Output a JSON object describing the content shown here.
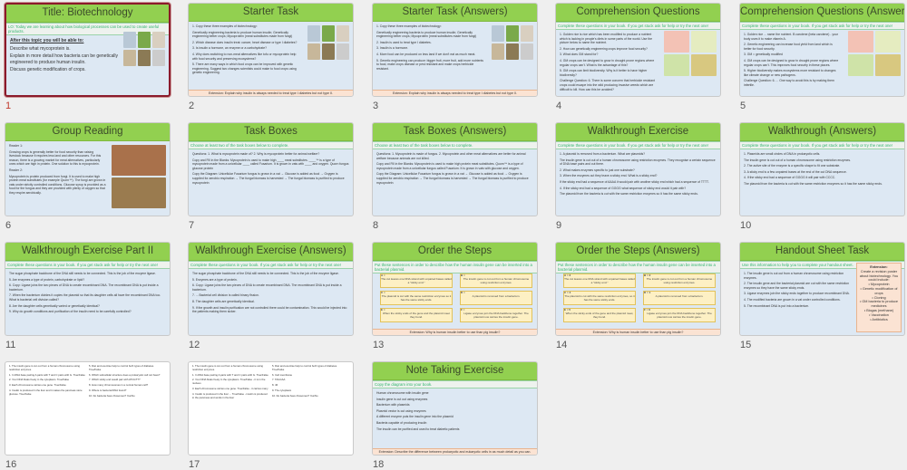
{
  "selected_slide": 1,
  "colors": {
    "title_band": "#92d050",
    "instruction_text": "#2fb36b",
    "selection": "#8b1a2b",
    "extension_bg": "#fbe3d3",
    "slide_bg": "#dde8f3"
  },
  "slides": [
    {
      "number": "1",
      "title": "Title: Biotechnology",
      "subtitle": "LO: Today we are learning about how biological processes can be used to create useful products.",
      "body": [
        "After this topic you will be able to:",
        "Describe what mycoprotein is.",
        "Explain in more detail how bacteria can be genetically engineered to produce human insulin.",
        "Discuss genetic modification of crops."
      ],
      "images": 6,
      "big": true
    },
    {
      "number": "2",
      "title": "Starter Task",
      "body": [
        "1. Copy these three examples of biotechnology:",
        "Genetically engineering bacteria to produce human insulin; Genetically engineering better crops; Mycoprotein (meat substitutes made from fungi)",
        "2. Which disease does insulin treat: cancer, heart disease or type I diabetes?",
        "3. Is insulin a hormone, an enzyme or a carbohydrate?",
        "4. Why does switching to non-meat alternatives like tofu or mycoprotein help with food security and preserving ecosystems?",
        "5. There are many ways in which food crops can be improved with genetic engineering. Suggest two changes scientists could make to food crops using genetic engineering."
      ],
      "images": 6,
      "footer": "Extension: Explain why insulin is always needed to treat type I diabetes but not type II."
    },
    {
      "number": "3",
      "title": "Starter Task (Answers)",
      "body": [
        "1. Copy these three examples of biotechnology:",
        "Genetically engineering bacteria to produce human insulin; Genetically engineering better crops; Mycoprotein (meat substitutes made from fungi)",
        "2. Insulin is used to treat type I diabetes.",
        "3. Insulin is a hormone.",
        "4. More food can be produced on less land if we don't eat as much meat.",
        "5. Genetic engineering can produce: bigger fruit, more fruit, add more nutrients to food, make crops disease or pest resistant and make crops herbicide resistant."
      ],
      "images": 6,
      "footer": "Extension: Explain why insulin is always needed to treat type I diabetes but not type II."
    },
    {
      "number": "4",
      "title": "Comprehension Questions",
      "subtitle": "Complete these questions in your book. If you get stuck ask for help or try the next one!",
      "body": [
        "1. Golden rice is rice which has been modified to produce a nutrient which is lacking in people's diets in some parts of the world. Use the picture below to name the nutrient.",
        "2. How can genetically engineering crops improve food security?",
        "3. What does GM stand for?",
        "4. GM crops can be designed to grow in drought prone regions where regular crops can't. What is the advantage of this?",
        "5. GM crops can limit biodiversity. Why is it better to have higher biodiversity?",
        "Challenge Question: 6. There is some concern that herbicide resistant crops could escape into the wild producing invasive weeds which are difficult to kill. How can this be avoided?"
      ],
      "images": 4
    },
    {
      "number": "5",
      "title": "Comprehension Questions (Answers)",
      "subtitle": "Complete these questions in your book. If you get stuck ask for help or try the next one!",
      "body": [
        "1. Golden rice ... name the nutrient. B carotene (beta carotene) - your body uses it to make vitamin A.",
        "2. Genetic engineering can increase food yield from land which is better for food security.",
        "3. GM = genetically modified",
        "4. GM crops can be designed to grow in drought prone regions where regular crops can't. This improves food security in these places.",
        "5. Higher biodiversity makes ecosystems more resistant to changes like climate change or new pathogens.",
        "Challenge Question: 6. ... One way to avoid this is by making them infertile."
      ],
      "images": 4
    },
    {
      "number": "6",
      "title": "Group Reading",
      "body": [
        "Reader 1:",
        "Growing crops is generally better for food security than raising livestock because it requires less land and other resources. For this reason, there is a growing market for meat alternatives, particularly ones which are high in protein. One solution to this is mycoprotein.",
        "Reader 2:",
        "Mycoprotein is protein produced from fungi. It is used to make high protein meat substitutes (for example Quorn™). The fungi are grown in vats under strictly controlled conditions. Glucose syrup is provided as a food for the fungus and they are provided with plenty of oxygen so that they respire aerobically."
      ],
      "images": 2
    },
    {
      "number": "7",
      "title": "Task Boxes",
      "subtitle": "Choose at least two of the task boxes below to complete.",
      "body": [
        "Questions: 1. What is mycoprotein made of? 2. Why is mycoprotein better for animal welfare?",
        "Copy and Fill in the Blanks: Mycoprotein is used to make high ____ meat substitutes. ____™ is a type of mycoprotein made from a unicellular ____ called Fusarium. It is grown in vats with ____ and oxygen. Quorn fungus glucose protein",
        "Copy the Diagram: Unicellular Fusarium fungus is grown in a vat → Glucose is added as food → Oxygen is supplied for aerobic respiration → The fungal biomass is harvested → The fungal biomass is purified to produce mycoprotein"
      ],
      "images": 0
    },
    {
      "number": "8",
      "title": "Task Boxes (Answers)",
      "subtitle": "Choose at least two of the task boxes below to complete.",
      "body": [
        "Questions: 1. Mycoprotein is made of fungus. 2. Mycoprotein and other meat alternatives are better for animal welfare because animals are not killed.",
        "Copy and Fill in the Blanks: Mycoprotein is used to make high protein meat substitutes. Quorn™ is a type of mycoprotein made from a unicellular fungus called Fusarium. It is grown in vats with glucose and oxygen.",
        "Copy the Diagram: Unicellular Fusarium fungus is grown in a vat → Glucose is added as food → Oxygen is supplied for aerobic respiration → The fungal biomass is harvested → The fungal biomass is purified to produce mycoprotein"
      ],
      "images": 0
    },
    {
      "number": "9",
      "title": "Walkthrough Exercise",
      "subtitle": "Complete these questions in your book. If you get stuck ask for help or try the next one!",
      "body": [
        "1. A plasmid is removed from a bacterium. What are plasmids?",
        "The insulin gene is cut out of a human chromosome using restriction enzymes. They recognise a certain sequence of DNA base pairs and cut there.",
        "2. What makes enzymes specific to just one substrate?",
        "3. When the enzymes cut they leave a sticky end. What is a sticky end?",
        "If the sticky end had a sequence of AAAA it would pair with another sticky end which had a sequence of TTTT.",
        "4. If the sticky end had a sequence of GGGG what sequence of sticky end would it pair with?",
        "The plasmid from the bacteria is cut with the same restriction enzymes so it has the same sticky ends."
      ],
      "images": 0
    },
    {
      "number": "10",
      "title": "Walkthrough (Answers)",
      "subtitle": "Complete these questions in your book. If you get stuck ask for help or try the next one!",
      "body": [
        "1. Plasmids are small circles of DNA in prokaryotic cells.",
        "The insulin gene is cut out of a human chromosome using restriction enzymes.",
        "2. The active site of the enzyme is a specific shape to fit one substrate.",
        "3. A sticky end is a few unpaired bases at the end of the cut DNA sequence.",
        "4. If the sticky end had a sequence of GGGG it will pair with CCCC.",
        "The plasmid from the bacteria is cut with the same restriction enzymes so it has the same sticky ends."
      ],
      "images": 0
    },
    {
      "number": "11",
      "title": "Walkthrough Exercise Part II",
      "subtitle": "Complete these questions in your book. If you get stuck ask for help or try the next one!",
      "body": [
        "The sugar phosphate backbone of the DNA still needs to be connected. This is the job of the enzyme ligase.",
        "5. Are enzymes a type of protein, carbohydrate or lipid?",
        "6. Copy: Ligase joins the two pieces of DNA to create recombinant DNA. The recombinant DNA is put inside a bacterium.",
        "7. When the bacterium divides it copies the plasmid so that its daughter cells all have the recombinant DNA too. What is bacterial cell division called?",
        "8. Are the daughter cells genetically varied or genetically identical?",
        "9. Why do growth conditions and purification of the insulin need to be carefully controlled?"
      ],
      "images": 0
    },
    {
      "number": "12",
      "title": "Walkthrough Exercise (Answers)",
      "subtitle": "Complete these questions in your book. If you get stuck ask for help or try the next one!",
      "body": [
        "The sugar phosphate backbone of the DNA still needs to be connected. This is the job of the enzyme ligase.",
        "5. Enzymes are a type of protein.",
        "6. Copy: Ligase joins the two pieces of DNA to create recombinant DNA. The recombinant DNA is put inside a bacterium.",
        "7. ... Bacterial cell division is called binary fission.",
        "8. The daughter cells are genetically identical.",
        "9. If the growth and insulin purification are not controlled there could be contamination. This would be injected into the patients making them sicker."
      ],
      "images": 0
    },
    {
      "number": "13",
      "title": "Order the Steps",
      "subtitle": "Put these sentences in order to describe how the human insulin gene can be inserted into a bacterial plasmid.",
      "boxes": [
        [
          "A =",
          "The cut leaves one DNA strand with unpaired bases called a \"sticky end.\""
        ],
        [
          "B =",
          "The insulin gene is cut out from a human chromosome using restriction enzymes."
        ],
        [
          "C =",
          "The plasmid is cut with the same restriction enzymes so it has the same sticky ends."
        ],
        [
          "D =",
          "A plasmid is removed from a bacterium."
        ],
        [
          "E =",
          "When the sticky ends of the gene and the plasmid meet they bond."
        ],
        [
          "F =",
          "Ligase enzymes join the DNA backbone together. The plasmid now carries the insulin gene."
        ]
      ],
      "footer": "Extension: Why is human insulin better to use than pig insulin?"
    },
    {
      "number": "14",
      "title": "Order the Steps (Answers)",
      "subtitle": "Put these sentences in order to describe how the human insulin gene can be inserted into a bacterial plasmid.",
      "boxes": [
        [
          "A = 3",
          "The cut leaves one DNA strand with unpaired bases called a \"sticky end.\""
        ],
        [
          "B = 2",
          "The insulin gene is cut out from a human chromosome using restriction enzymes."
        ],
        [
          "C = 4",
          "The plasmid is cut with the same restriction enzymes, so it has the same sticky ends."
        ],
        [
          "D = 1",
          "A plasmid is removed from a bacterium."
        ],
        [
          "E = 5",
          "When the sticky ends of the gene and the plasmid meet, they bond."
        ],
        [
          "F = 6",
          "Ligase enzymes join the DNA backbone together. The plasmid now carries the insulin gene."
        ]
      ],
      "footer": "Extension: Why is human insulin better to use than pig insulin?"
    },
    {
      "number": "15",
      "title": "Handout Sheet Task",
      "subtitle": "Use this information to help you to complete your handout sheet.",
      "body": [
        "1. The insulin gene is cut out from a human chromosome using restriction enzymes.",
        "2. The insulin gene and the bacterial plasmid are cut with the same restriction enzymes so they have the same sticky ends.",
        "3. Ligase enzymes join the sticky ends together to produce recombinant DNA.",
        "4. The modified bacteria are grown in a vat under controlled conditions.",
        "5. The recombinant DNA is put into a bacterium."
      ],
      "extension": [
        "Extension:",
        "Create a revision poster about biotechnology. You could include:",
        "• Mycoprotein",
        "• Genetic modification of crops",
        "• Cloning",
        "• GM bacteria to produce medicines",
        "• Biogas (methane)",
        "• Vaccination",
        "• Antibiotics"
      ]
    },
    {
      "number": "16",
      "title": "",
      "white": true,
      "body": [
        "1. The insulin gene is cut out from a human chromosome using restriction enzymes.",
        "1. In DNA base pairing A pairs with T and C pairs with G. True/False",
        "2. Your DNA floats freely in the cytoplasm. True/False",
        "3. Each chromosome carries one gene. True/False",
        "4. Insulin is produced in the liver and it makes the pancreas store glucose. True/False",
        "5. Diet and exercise help to control both types of diabetes. True/False",
        "6. Which subcellular structure does a prokaryotic cell not have?",
        "7. Which sticky end would pair with ATCGTT?",
        "8. How many chromosomes in a normal human cell?",
        "9. Where is bacterial DNA found?",
        "10. Do bacteria have ribosomes? Yes/No"
      ]
    },
    {
      "number": "17",
      "title": "",
      "white": true,
      "body": [
        "1. The insulin gene is cut out from a human chromosome using restriction enzymes.",
        "1. In DNA base pairing A pairs with T and C pairs with G. True/False",
        "2. Your DNA floats freely in the cytoplasm. True/False - it is in the nucleus",
        "3. Each chromosome carries one gene. True/False - it carries many",
        "4. Insulin is produced in the liver ... True/False - insulin is produced in the pancreas and works in the liver",
        "5. Diet and exercise help to control both types of diabetes. True/False",
        "6. Cell membrane",
        "7. TAGCAA",
        "8. 46",
        "9. The cytoplasm",
        "10. Do bacteria have ribosomes? Yes/No"
      ]
    },
    {
      "number": "18",
      "title": "Note Taking Exercise",
      "subtitle": "Copy the diagram into your book.",
      "body": [
        "Human chromosome with insulin gene",
        "Insulin gene is cut out using enzymes",
        "Bacterium with plasmids",
        "Plasmid vector is cut using enzymes",
        "A different enzyme puts the insulin gene into the plasmid",
        "Bacteria capable of producing insulin",
        "The insulin can be purified and used to treat diabetic patients"
      ],
      "footer": "Extension: Describe the difference between prokaryotic and eukaryotic cells in as much detail as you can."
    }
  ]
}
